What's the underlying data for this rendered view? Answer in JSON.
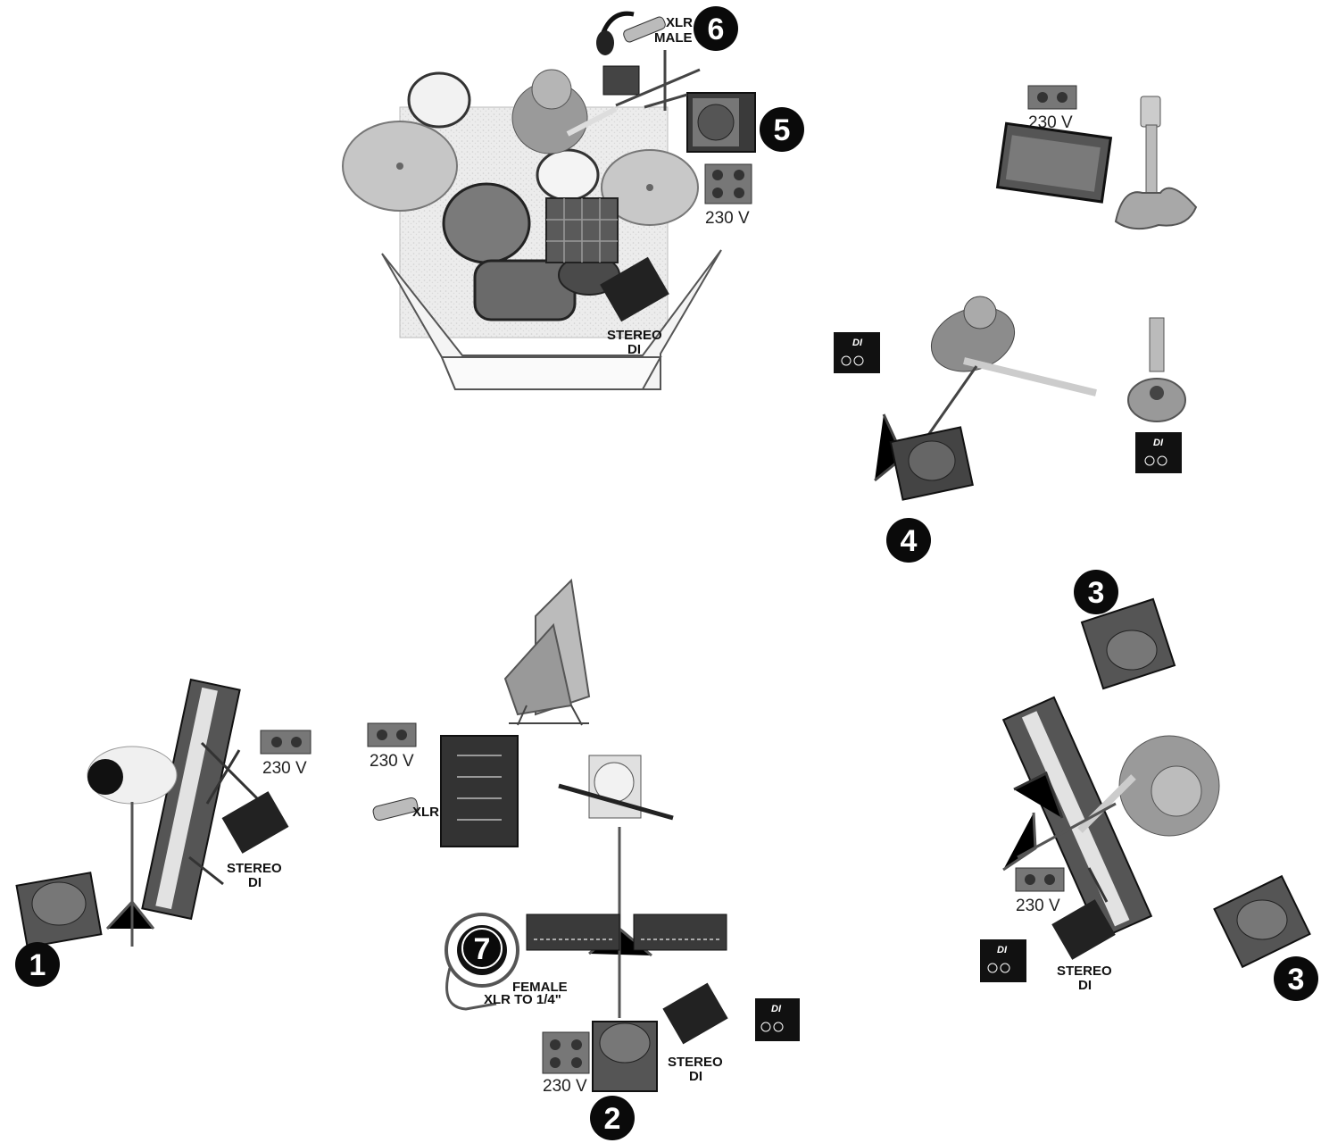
{
  "labels": {
    "volt": "230 V",
    "stereo": "STEREO",
    "di": "DI",
    "xlr": "XLR",
    "xlr_male_1": "XLR",
    "xlr_male_2": "MALE",
    "female_1": "FEMALE",
    "female_2": "XLR TO 1/4\""
  },
  "monitor_numbers": [
    "1",
    "2",
    "3",
    "3",
    "4",
    "5",
    "6",
    "7"
  ],
  "colors": {
    "ink": "#111111",
    "dark_gray": "#555555",
    "mid_gray": "#8a8a8a",
    "light_gray": "#d4d4d4",
    "badge": "#0a0a0a"
  }
}
